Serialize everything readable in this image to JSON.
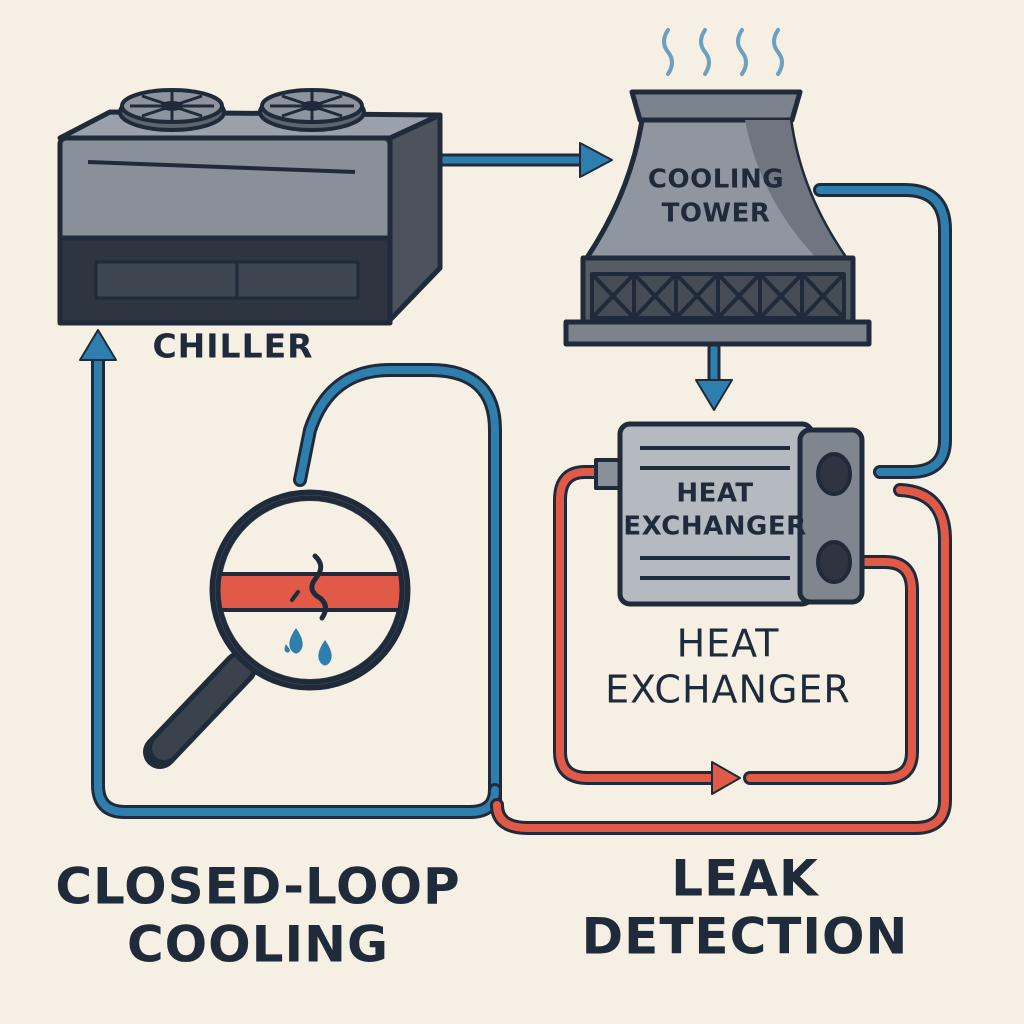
{
  "labels": {
    "chiller": "CHILLER",
    "cooling_tower_line1": "COOLING",
    "cooling_tower_line2": "TOWER",
    "hx_plate_line1": "HEAT",
    "hx_plate_line2": "EXCHANGER",
    "hx_caption_line1": "HEAT",
    "hx_caption_line2": "EXCHANGER",
    "closed_loop_line1": "CLOSED-LOOP",
    "closed_loop_line2": "COOLING",
    "leak_line1": "LEAK",
    "leak_line2": "DETECTION"
  },
  "colors": {
    "background": "#f6efe3",
    "cold_pipe": "#2f7fae",
    "hot_pipe": "#e05a47",
    "equipment": "#8a9099",
    "outline": "#1f2a3a"
  },
  "icons": [
    "chiller-icon",
    "cooling-tower-icon",
    "heat-exchanger-icon",
    "magnifier-icon",
    "water-drop-icon",
    "steam-icon"
  ]
}
